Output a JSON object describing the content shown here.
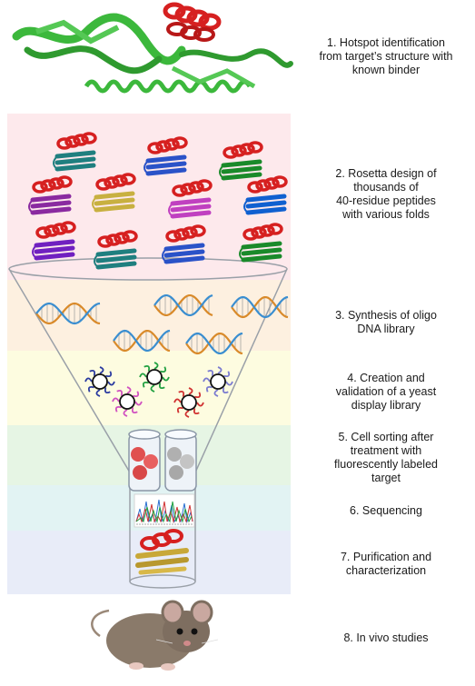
{
  "steps": [
    {
      "lines": [
        "1. Hotspot identification",
        "from target’s structure with",
        "known binder"
      ]
    },
    {
      "lines": [
        "2. Rosetta design of",
        "thousands of",
        "40-residue peptides",
        "with various folds"
      ]
    },
    {
      "lines": [
        "3. Synthesis of oligo",
        "DNA library"
      ]
    },
    {
      "lines": [
        "4. Creation and",
        "validation of a yeast",
        "display library"
      ]
    },
    {
      "lines": [
        "5. Cell sorting after",
        "treatment with",
        "fluorescently labeled",
        "target"
      ]
    },
    {
      "lines": [
        "6. Sequencing"
      ]
    },
    {
      "lines": [
        "7. Purification and",
        "characterization"
      ]
    },
    {
      "lines": [
        "8. In vivo studies"
      ]
    }
  ],
  "colors": {
    "helix": "#d62020",
    "target_protein": "#3cb83c",
    "sheet_colors": [
      "#1f7f7f",
      "#2a52c8",
      "#1a8a2a",
      "#8a2aa0",
      "#c8b040",
      "#c040c0",
      "#1060d0",
      "#7020c0"
    ],
    "dna_strand_1": "#d98a2a",
    "dna_strand_2": "#3a8ed0",
    "band_colors": [
      "#fde9ec",
      "#fdf0e0",
      "#fdfce0",
      "#e6f5e4",
      "#e2f3f3",
      "#e8ecf8"
    ],
    "mouse_body": "#8a7a6a"
  },
  "icons": [
    "protein-structure-icon",
    "peptide-fold-icon",
    "dna-helix-icon",
    "yeast-cell-icon",
    "sorting-tube-icon",
    "sequencing-trace-icon",
    "mouse-icon"
  ]
}
